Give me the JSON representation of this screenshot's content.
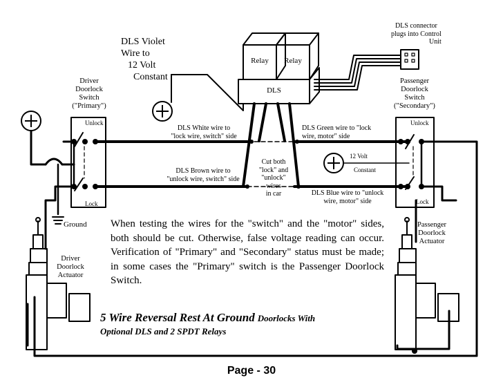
{
  "dls_connector_label": [
    "DLS connector",
    "plugs into Control",
    "Unit"
  ],
  "dls_violet_label": [
    "DLS Violet",
    "Wire to",
    "12 Volt",
    "Constant"
  ],
  "relays": [
    "Relay",
    "Relay"
  ],
  "dls_box_label": "DLS",
  "driver_switch_label": [
    "Driver",
    "Doorlock",
    "Switch",
    "(\"Primary\")"
  ],
  "passenger_switch_label": [
    "Passenger",
    "Doorlock",
    "Switch",
    "(\"Secondary\")"
  ],
  "switch_positions": {
    "unlock": "Unlock",
    "lock": "Lock"
  },
  "wire_labels": {
    "dls_white": [
      "DLS White wire to",
      "\"lock wire, switch\" side"
    ],
    "dls_brown": [
      "DLS Brown wire to",
      "\"unlock wire, switch\" side"
    ],
    "dls_green": [
      "DLS Green wire to \"lock",
      "wire, motor\" side"
    ],
    "dls_blue": [
      "DLS Blue wire to \"unlock",
      "wire, motor\" side"
    ],
    "cut_both": [
      "Cut both",
      "\"lock\" and",
      "\"unlock\"",
      "wires",
      "in car"
    ],
    "twelve_volt": "12 Volt",
    "constant": "Constant"
  },
  "ground_label": "Ground",
  "driver_actuator_label": [
    "Driver",
    "Doorlock",
    "Actuator"
  ],
  "passenger_actuator_label": [
    "Passenger",
    "Doorlock",
    "Actuator"
  ],
  "body_text": "When testing the wires for  the \"switch\" and the \"motor\" sides, both should be cut. Otherwise, false voltage reading can occur.  Verification of \"Primary\" and \"Secondary\" status must be made; in some cases the \"Primary\" switch is the Passenger Doorlock Switch.",
  "caption": {
    "title": "5 Wire Reversal Rest At Ground",
    "subtitle_1": "Doorlocks With",
    "subtitle_2": "Optional DLS and 2 SPDT Relays"
  },
  "page_label": "Page - 30"
}
